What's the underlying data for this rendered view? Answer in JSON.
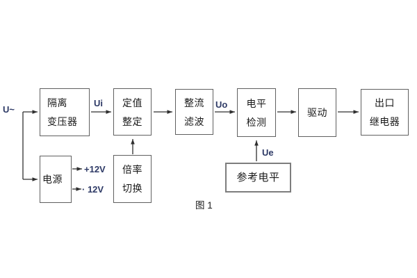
{
  "diagram": {
    "caption": "图 1",
    "signals": {
      "input": "U~",
      "ui": "Ui",
      "uo": "Uo",
      "ue": "Ue",
      "plus_12v": "+12V",
      "minus_12v": "· 12V"
    },
    "blocks": {
      "isolation_transformer": {
        "line1": "隔离",
        "line2": "变压器"
      },
      "setpoint_setting": {
        "line1": "定值",
        "line2": "整定"
      },
      "rectifier_filter": {
        "line1": "整流",
        "line2": "滤波"
      },
      "level_detector": {
        "line1": "电平",
        "line2": "检测"
      },
      "driver": {
        "label": "驱动"
      },
      "output_relay": {
        "line1": "出口",
        "line2": "继电器"
      },
      "power_supply": {
        "label": "电源"
      },
      "ratio_switch": {
        "line1": "倍率",
        "line2": "切换"
      },
      "reference_level": {
        "label": "参考电平"
      }
    },
    "colors": {
      "background": "#ffffff",
      "box_border": "#5f5f5f",
      "reference_border": "#7d7d7d",
      "wire": "#2f2f2f",
      "block_text": "#1a1a1a",
      "signal_text": "#2e3a66"
    }
  }
}
